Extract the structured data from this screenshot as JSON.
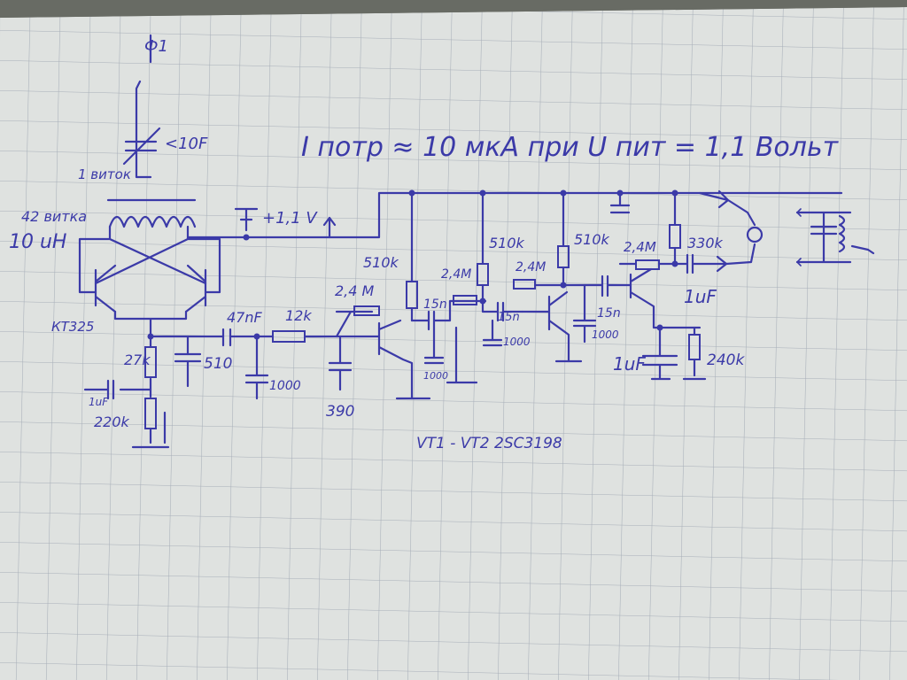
{
  "title": "I потр ≈ 10 мкА   при U пит = 1,1 Вольт",
  "labels": {
    "antenna": "Ф1",
    "trimmer_cap": "<10F",
    "coil_turns_1": "1 виток",
    "coil_turns_42": "42 витка",
    "inductance": "10 uH",
    "osc_transistor": "КТ325",
    "supply": "+1,1 V",
    "r_27k": "27k",
    "c_510": "510",
    "c_1uf_in": "1uF",
    "r_220k": "220k",
    "c_47nf": "47nF",
    "r_12k": "12k",
    "c_1000_a": "1000",
    "c_390": "390",
    "r_510k_a": "510k",
    "r_2m4_a": "2,4 M",
    "c_15n_a": "15n",
    "c_1000_b": "1000",
    "r_510k_b": "510k",
    "r_2m4_b": "2,4M",
    "c_15n_b": "15n",
    "c_1000_c": "1000",
    "r_510k_c": "510k",
    "r_2m4_c": "2,4M",
    "c_15n_c": "15n",
    "c_1000_d": "1000",
    "r_2m4_d": "2,4M",
    "r_330k": "330k",
    "c_1uf_out": "1uF",
    "c_1uf_emitter": "1uF",
    "r_240k": "240k",
    "transistors": "VT1 - VT2   2SC3198"
  },
  "colors": {
    "ink": "#3b3aa8",
    "paper": "#dfe2e0",
    "grid": "#a7aeb8"
  }
}
